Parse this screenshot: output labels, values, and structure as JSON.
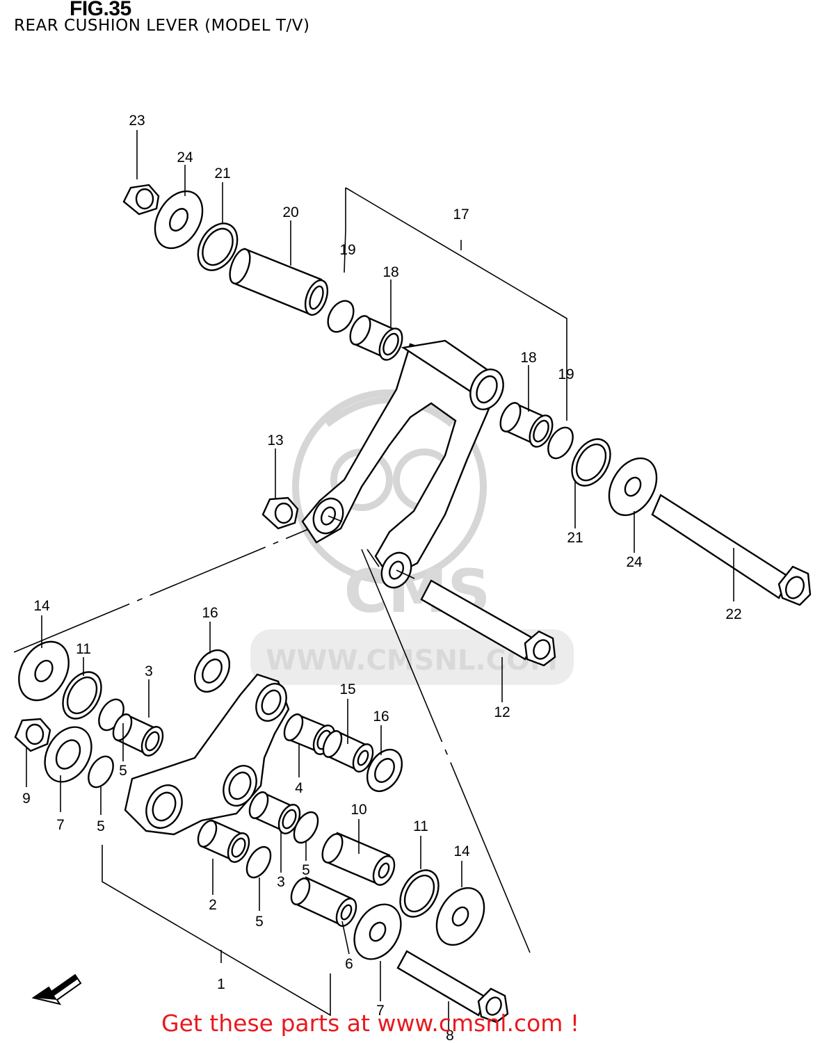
{
  "figure": {
    "title": "FIG.35",
    "subtitle": "REAR CUSHION LEVER (MODEL T/V)"
  },
  "watermark": {
    "brand": "CMS",
    "url": "WWW.CMSNL.COM"
  },
  "direction_marker": {
    "label": "FWD",
    "icon": "fwd-arrow-icon"
  },
  "callouts": [
    {
      "id": "c23",
      "label": "23"
    },
    {
      "id": "c24a",
      "label": "24"
    },
    {
      "id": "c21a",
      "label": "21"
    },
    {
      "id": "c20",
      "label": "20"
    },
    {
      "id": "c19a",
      "label": "19"
    },
    {
      "id": "c18a",
      "label": "18"
    },
    {
      "id": "c17",
      "label": "17"
    },
    {
      "id": "c18b",
      "label": "18"
    },
    {
      "id": "c19b",
      "label": "19"
    },
    {
      "id": "c13",
      "label": "13"
    },
    {
      "id": "c21b",
      "label": "21"
    },
    {
      "id": "c24b",
      "label": "24"
    },
    {
      "id": "c22",
      "label": "22"
    },
    {
      "id": "c14a",
      "label": "14"
    },
    {
      "id": "c16a",
      "label": "16"
    },
    {
      "id": "c11a",
      "label": "11"
    },
    {
      "id": "c3a",
      "label": "3"
    },
    {
      "id": "c15",
      "label": "15"
    },
    {
      "id": "c16b",
      "label": "16"
    },
    {
      "id": "c12",
      "label": "12"
    },
    {
      "id": "c5a",
      "label": "5"
    },
    {
      "id": "c4",
      "label": "4"
    },
    {
      "id": "c9",
      "label": "9"
    },
    {
      "id": "c7a",
      "label": "7"
    },
    {
      "id": "c5b",
      "label": "5"
    },
    {
      "id": "c10",
      "label": "10"
    },
    {
      "id": "c11b",
      "label": "11"
    },
    {
      "id": "c14b",
      "label": "14"
    },
    {
      "id": "c5c",
      "label": "5"
    },
    {
      "id": "c3b",
      "label": "3"
    },
    {
      "id": "c2",
      "label": "2"
    },
    {
      "id": "c5d",
      "label": "5"
    },
    {
      "id": "c6",
      "label": "6"
    },
    {
      "id": "c1",
      "label": "1"
    },
    {
      "id": "c7b",
      "label": "7"
    },
    {
      "id": "c8",
      "label": "8"
    }
  ],
  "promo": {
    "text": "Get these parts at www.cmsnl.com !",
    "color": "#e8191e"
  }
}
